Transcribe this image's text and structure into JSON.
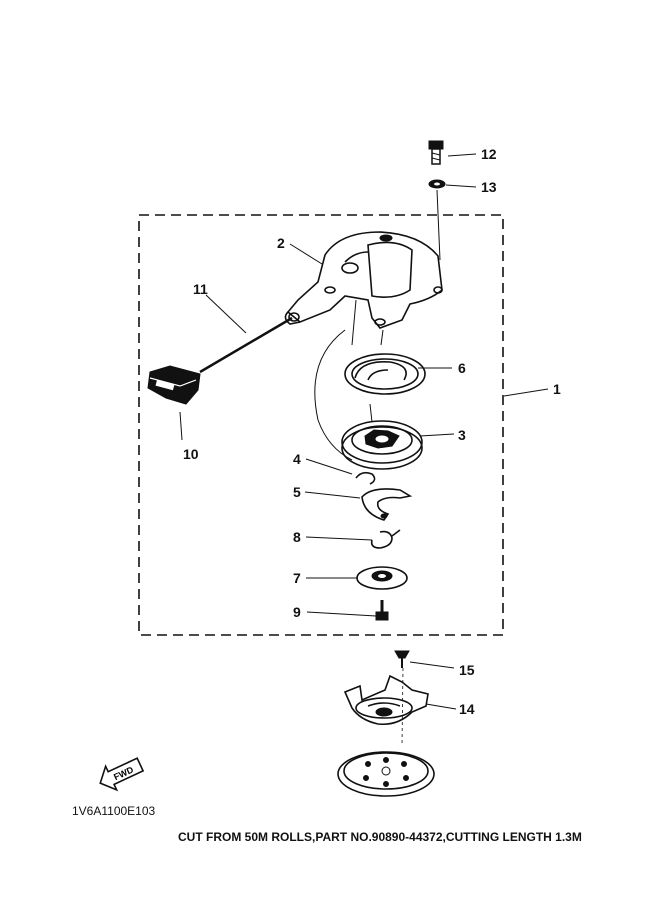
{
  "labels": {
    "p1": "1",
    "p2": "2",
    "p3": "3",
    "p4": "4",
    "p5": "5",
    "p6": "6",
    "p7": "7",
    "p8": "8",
    "p9": "9",
    "p10": "10",
    "p11": "11",
    "p12": "12",
    "p13": "13",
    "p14": "14",
    "p15": "15"
  },
  "fwd_arrow": "FWD",
  "drawing_code": "1V6A1100E103",
  "footer_note": "CUT FROM 50M ROLLS,PART NO.90890-44372,CUTTING LENGTH 1.3M"
}
